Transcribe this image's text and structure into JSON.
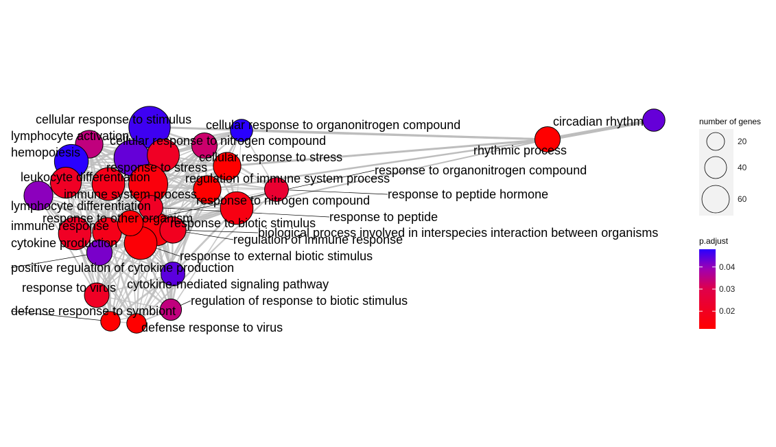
{
  "network": {
    "nodes": [
      {
        "id": "n1",
        "label": "cellular response to stimulus",
        "genes": 45,
        "padj": 0.046
      },
      {
        "id": "n2",
        "label": "cellular response to organonitrogen compound",
        "genes": 13,
        "padj": 0.048
      },
      {
        "id": "n3",
        "label": "lymphocyte activation",
        "genes": 20,
        "padj": 0.03
      },
      {
        "id": "n4",
        "label": "cellular response to nitrogen compound",
        "genes": 17,
        "padj": 0.028
      },
      {
        "id": "n5",
        "label": "hemopoiesis",
        "genes": 30,
        "padj": 0.048
      },
      {
        "id": "n6",
        "label": "response to stress",
        "genes": 33,
        "padj": 0.042
      },
      {
        "id": "n7",
        "label": "cellular response to stress",
        "genes": 20,
        "padj": 0.012
      },
      {
        "id": "n8",
        "label": "leukocyte differentiation",
        "genes": 25,
        "padj": 0.018
      },
      {
        "id": "n9",
        "label": "regulation of immune system process",
        "genes": 27,
        "padj": 0.018
      },
      {
        "id": "n10",
        "label": "immune system process",
        "genes": 40,
        "padj": 0.014
      },
      {
        "id": "n11",
        "label": "response to nitrogen compound",
        "genes": 20,
        "padj": 0.012
      },
      {
        "id": "n12",
        "label": "lymphocyte differentiation",
        "genes": 22,
        "padj": 0.038
      },
      {
        "id": "n13",
        "label": "response to other organism",
        "genes": 28,
        "padj": 0.016
      },
      {
        "id": "n14",
        "label": "response to biotic stimulus",
        "genes": 28,
        "padj": 0.015
      },
      {
        "id": "n15",
        "label": "immune response",
        "genes": 28,
        "padj": 0.018
      },
      {
        "id": "n16",
        "label": "biological process involved in interspecies interaction between organisms",
        "genes": 28,
        "padj": 0.014
      },
      {
        "id": "n17",
        "label": "regulation of immune response",
        "genes": 18,
        "padj": 0.017
      },
      {
        "id": "n18",
        "label": "cytokine production",
        "genes": 22,
        "padj": 0.016
      },
      {
        "id": "n19",
        "label": "response to external biotic stimulus",
        "genes": 28,
        "padj": 0.013
      },
      {
        "id": "n20",
        "label": "positive regulation of cytokine production",
        "genes": 17,
        "padj": 0.04
      },
      {
        "id": "n21",
        "label": "cytokine-mediated signaling pathway",
        "genes": 15,
        "padj": 0.043
      },
      {
        "id": "n22",
        "label": "response to virus",
        "genes": 16,
        "padj": 0.018
      },
      {
        "id": "n23",
        "label": "regulation of response to biotic stimulus",
        "genes": 12,
        "padj": 0.03
      },
      {
        "id": "n24",
        "label": "defense response to symbiont",
        "genes": 10,
        "padj": 0.012
      },
      {
        "id": "n25",
        "label": "defense response to virus",
        "genes": 10,
        "padj": 0.012
      },
      {
        "id": "n26",
        "label": "response to organonitrogen compound",
        "genes": 17,
        "padj": 0.013
      },
      {
        "id": "n27",
        "label": "response to peptide hormone",
        "genes": 15,
        "padj": 0.02
      },
      {
        "id": "n28",
        "label": "response to peptide",
        "genes": 15,
        "padj": 0.018
      },
      {
        "id": "n29",
        "label": "rhythmic process",
        "genes": 17,
        "padj": 0.012
      },
      {
        "id": "n30",
        "label": "circadian rhythm",
        "genes": 13,
        "padj": 0.042
      }
    ]
  },
  "legend": {
    "size_title": "number of genes",
    "size_ticks": [
      {
        "label": "20",
        "value": 20
      },
      {
        "label": "40",
        "value": 40
      },
      {
        "label": "60",
        "value": 60
      }
    ],
    "color_title": "p.adjust",
    "color_ticks": [
      {
        "label": "0.04",
        "value": 0.04
      },
      {
        "label": "0.03",
        "value": 0.03
      },
      {
        "label": "0.02",
        "value": 0.02
      }
    ]
  },
  "colors": {
    "low": "#ff0000",
    "high": "#0000ff",
    "edge": "#bdbdbd",
    "legend_bg": "#f2f2f2"
  }
}
